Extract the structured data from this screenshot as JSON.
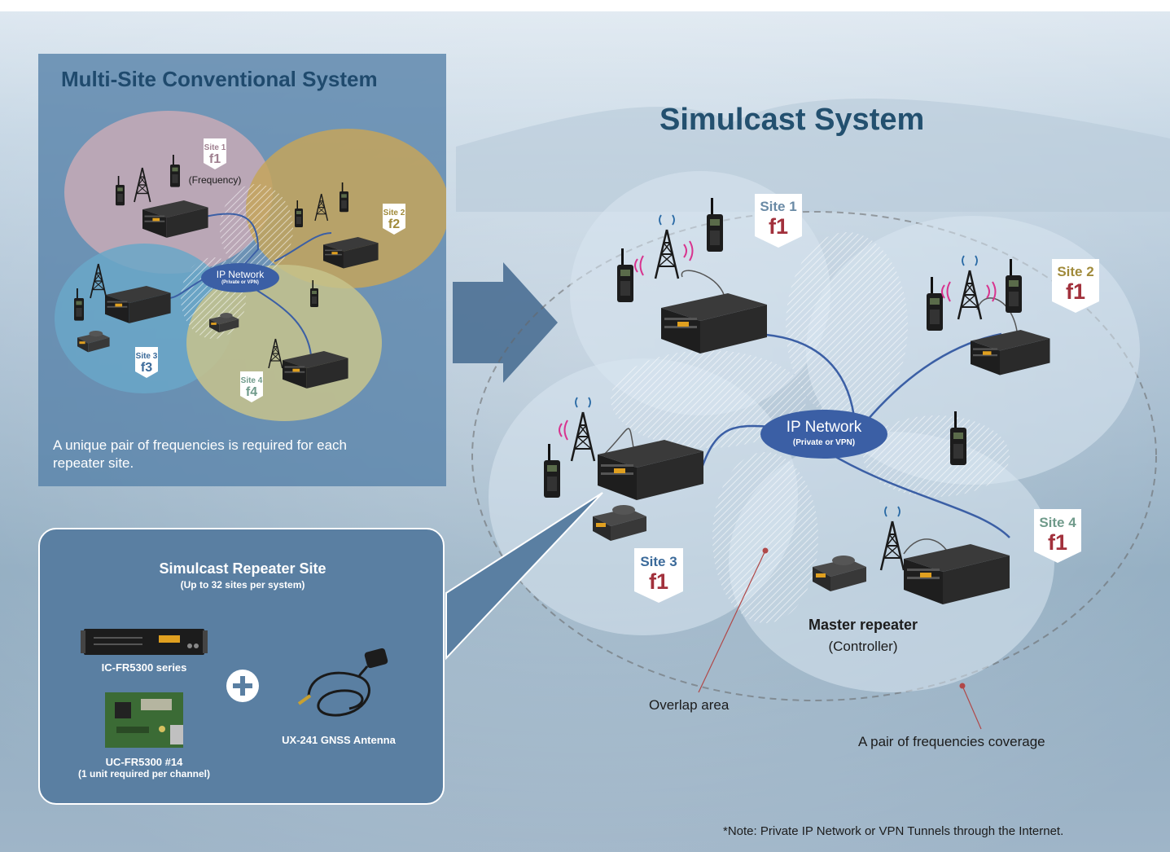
{
  "multi_site": {
    "title": "Multi-Site Conventional System",
    "caption": "A unique pair of frequencies is required for each repeater site.",
    "sites": [
      {
        "label": "Site 1",
        "freq": "f1"
      },
      {
        "label": "Site 2",
        "freq": "f2"
      },
      {
        "label": "Site 3",
        "freq": "f3"
      },
      {
        "label": "Site 4",
        "freq": "f4"
      }
    ],
    "frequency_note": "(Frequency)",
    "network_label": "IP Network",
    "network_sub": "(Private or VPN)"
  },
  "simulcast": {
    "title": "Simulcast System",
    "sites": [
      {
        "label": "Site 1",
        "freq": "f1"
      },
      {
        "label": "Site 2",
        "freq": "f1"
      },
      {
        "label": "Site 3",
        "freq": "f1"
      },
      {
        "label": "Site 4",
        "freq": "f1"
      }
    ],
    "network_label": "IP Network",
    "network_sub": "(Private or VPN)",
    "master_label": "Master repeater",
    "master_sub": "(Controller)",
    "overlap_label": "Overlap area",
    "coverage_label": "A pair of frequencies coverage"
  },
  "repeater_site": {
    "title": "Simulcast Repeater Site",
    "subtitle": "(Up to 32 sites per system)",
    "item1": "IC-FR5300 series",
    "item2": "UC-FR5300 #14",
    "item2_sub": "(1 unit required per channel)",
    "item3": "UX-241 GNSS Antenna",
    "plus_symbol": "+"
  },
  "note": "*Note: Private IP Network or VPN Tunnels through the Internet.",
  "colors": {
    "panel": "#5480a8",
    "title_dark": "#23506f",
    "freq_red": "#a2313c",
    "network_blue": "#3b5fa5",
    "site2_gold": "#a08a3a",
    "site4_teal": "#6f9a8a"
  }
}
